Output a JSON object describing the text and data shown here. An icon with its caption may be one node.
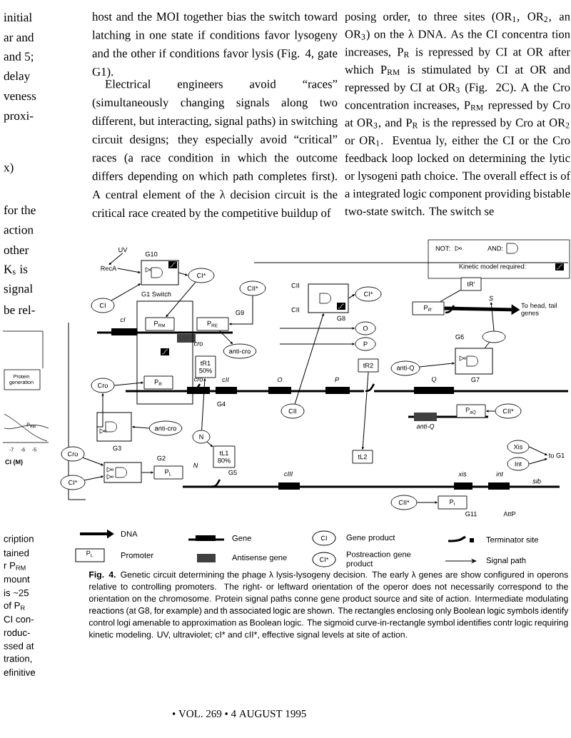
{
  "diagram": {
    "caption": "**Fig. 4.** Genetic circuit determining the phage λ lysis-lysogeny decision. The early λ genes are show configured in operons relative to controlling promoters. The right- or leftward orientation of the operor does not necessarily correspond to the orientation on the chromosome. Protein signal paths conne gene product source and site of action. Intermediate modulating reactions (at G8, for example) and th associated logic are shown. The rectangles enclosing only Boolean logic symbols identify control logi amenable to approximation as Boolean logic. The sigmoid curve-in-rectangle symbol identifies contr logic requiring kinetic modeling. UV, ultraviolet; cI* and cII*, effective signal levels at site of action.",
    "nodes": [
      {
        "text": [
          "G10"
        ]
      },
      {
        "text": [
          "RecA"
        ]
      },
      {
        "text": [
          "UV"
        ]
      },
      {
        "text": [
          "CI*"
        ]
      },
      {
        "text": [
          "CI"
        ]
      },
      {
        "text": [
          "G1 Switch"
        ]
      },
      {
        "text": [
          "P$_{RM}$"
        ],
        "in": 5
      },
      {
        "text": [
          "P$_{R}$"
        ],
        "in": 5
      },
      {
        "text": [
          "P$_{RE}$"
        ]
      },
      {
        "text": [
          "anti-cro"
        ]
      },
      {
        "text": [
          "tR1 50%"
        ]
      },
      {
        "text": [
          "Cro"
        ]
      },
      {
        "text": [
          "G3"
        ]
      },
      {
        "text": [
          "anti-cro"
        ]
      },
      {
        "text": [
          "N"
        ]
      },
      {
        "text": [
          "tL1 80%"
        ]
      },
      {
        "text": [
          "CII"
        ]
      },
      {
        "text": [
          "CII*"
        ]
      },
      {
        "text": [
          "G8"
        ]
      },
      {
        "text": [
          "CI*"
        ]
      },
      {
        "text": [
          "O"
        ]
      },
      {
        "text": [
          "P"
        ]
      },
      {
        "text": [
          "tR2"
        ]
      },
      {
        "text": [
          "tL2"
        ]
      },
      {
        "text": [
          "tR'"
        ]
      },
      {
        "text": [
          "P$_{R'}$"
        ]
      },
      {
        "text": [],
        "shape": "circle"
      },
      {
        "text": [
          "G7"
        ]
      },
      {
        "text": [
          "anti-Q"
        ]
      },
      {
        "text": [
          "P$_{aQ}$"
        ]
      },
      {
        "text": [
          "CII*"
        ]
      },
      {
        "text": [
          "Xis"
        ]
      },
      {
        "text": [
          "Int"
        ]
      },
      {
        "text": [
          "G2"
        ]
      },
      {
        "text": [
          "P$_{L}$"
        ]
      },
      {
        "text": [
          "Cro"
        ]
      },
      {
        "text": [
          "CI*"
        ]
      },
      {
        "text": [
          "CII*"
        ]
      },
      {
        "text": [
          "P$_{I}$"
        ]
      },
      {
        "text": [
          "To head, tail genes"
        ]
      },
      {
        "text": [
          "to G1"
        ]
      },
      {
        "text": [
          "S"
        ]
      }
    ],
    "edges": [
      {
        "from": 2,
        "to": 1,
        "arrow": "to"
      },
      {
        "from": 1,
        "to": 0,
        "arrow": "to"
      },
      {
        "from": 0,
        "to": 3,
        "arrow": "to"
      },
      {
        "from": 4,
        "to": 0,
        "arrow": "to"
      },
      {
        "from": 3,
        "to": 6,
        "arrow": "to"
      },
      {
        "from": 17,
        "to": 8,
        "arrow": "to"
      },
      {
        "from": 8,
        "to": 9,
        "arrow": "to"
      },
      {
        "from": 11,
        "to": 7,
        "arrow": "to"
      },
      {
        "from": 13,
        "to": 12,
        "arrow": "to"
      },
      {
        "from": 12,
        "to": 11,
        "arrow": "to"
      },
      {
        "from": 14,
        "to": 10,
        "arrow": "to"
      },
      {
        "from": 14,
        "to": 15,
        "arrow": "to"
      },
      {
        "from": 16,
        "to": 18,
        "arrow": "to"
      },
      {
        "from": 18,
        "to": 19,
        "arrow": "to"
      },
      {
        "from": null,
        "to": 20,
        "arrow": "to"
      },
      {
        "from": null,
        "to": 21,
        "arrow": "to"
      },
      {
        "from": 22,
        "to": 23,
        "arrow": "to"
      },
      {
        "from": 24,
        "to": 25,
        "arrow": "none"
      },
      {
        "from": 27,
        "to": 26,
        "arrow": "none"
      },
      {
        "from": 26,
        "to": 41,
        "arrow": "to"
      },
      {
        "from": 28,
        "to": 27,
        "arrow": "to"
      },
      {
        "from": 30,
        "to": 29,
        "arrow": "to"
      },
      {
        "from": 31,
        "to": 40,
        "arrow": "to"
      },
      {
        "from": 32,
        "to": 40,
        "arrow": "to"
      },
      {
        "from": 35,
        "to": 33,
        "arrow": "to"
      },
      {
        "from": 36,
        "to": 33,
        "arrow": "to"
      },
      {
        "from": 33,
        "to": 34,
        "arrow": "to"
      },
      {
        "from": 37,
        "to": 38,
        "arrow": "to"
      },
      {
        "from": 25,
        "to": 39,
        "arrow": "to",
        "style": "thick"
      }
    ],
    "labels": [
      "initial",
      "ar and",
      "and 5;",
      "delay",
      "veness",
      "proxi-",
      "x)",
      "for the",
      "action",
      "other",
      "K$_{s}$ is",
      "signal",
      "be rel-",
      "Protein generation",
      "P$_{RM}$",
      "-7",
      "-6",
      "-5",
      "CI (M)",
      "cription",
      "tained",
      "r P$_{RM}$",
      "mount",
      "is ~25",
      "of P$_{R}$",
      "CI con-",
      "roduc-",
      "ssed at",
      "tration,",
      "efinitive",
      "host and the MOI together bias the switch toward latching in one state if conditions favor lysogeny and the other if conditions favor lysis (Fig. 4, gate G1).",
      "Electrical engineers avoid “races” (simultaneously changing signals along two different, but interacting, signal paths) in switching circuit designs; they especially avoid “critical” races (a race condition in which the outcome differs depending on which path completes first). A central element of the λ decision circuit is the critical race created by the competitive buildup of",
      "posing order, to three sites (OR$_{1}$, OR$_{2}$, an OR$_{3}$) on the λ DNA. As the CI concentra tion increases, P$_{R}$ is repressed by CI at OR after which P$_{RM}$ is stimulated by CI at OR and repressed by CI at OR$_{3}$ (Fig. 2C). A the Cro concentration increases, P$_{RM}$ repressed by Cro at OR$_{3}$, and P$_{R}$ is the repressed by Cro at OR$_{2}$ or OR$_{1}$. Eventua ly, either the CI or the Cro feedback loop locked on determining the lytic or lysogeni path choice. The overall effect is of a integrated logic component providing bistable two-state switch. The switch se",
      "cI",
      "G9",
      "cro",
      "cro",
      "cII",
      "O",
      "P",
      "G4",
      "CII",
      "CII",
      "G6",
      "Q",
      "anti-Q",
      "N",
      "G5",
      "cIII",
      "xis",
      "int",
      "sib",
      "G11",
      "AttP",
      "P$_{L}$",
      "CI",
      "CI*",
      "• VOL. 269 • 4 AUGUST 1995"
    ],
    "legend": [
      {
        "text": "NOT:"
      },
      {
        "text": "AND:"
      },
      {
        "text": "Kinetic model required:"
      },
      {
        "text": "DNA"
      },
      {
        "text": "Promoter"
      },
      {
        "text": "Gene"
      },
      {
        "text": "Antisense gene"
      },
      {
        "text": "Gene product"
      },
      {
        "text": "Postreaction gene product"
      },
      {
        "text": "Terminator site"
      },
      {
        "text": "Signal path"
      }
    ]
  }
}
